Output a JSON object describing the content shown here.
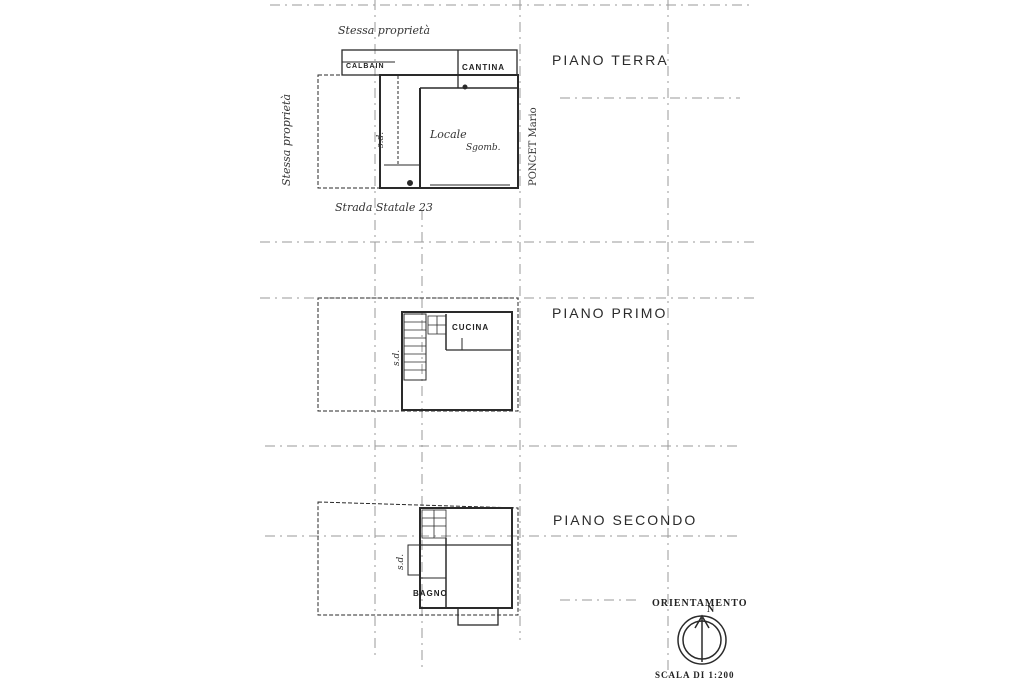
{
  "floors": {
    "ground": {
      "title": "PIANO TERRA",
      "neighbor_top": "Stessa proprietà",
      "neighbor_left": "Stessa proprietà",
      "neighbor_right": "PONCET Mario",
      "street": "Strada Statale 23",
      "rooms": {
        "calbain": "CALBAIN",
        "cantina": "CANTINA",
        "locale": "Locale",
        "locale_sub": "Sgomb.",
        "stair": "s.d."
      }
    },
    "first": {
      "title": "PIANO PRIMO",
      "rooms": {
        "cucina": "CUCINA",
        "stair": "s.d."
      }
    },
    "second": {
      "title": "PIANO SECONDO",
      "rooms": {
        "bagno": "BAGNO",
        "stair": "s.d."
      }
    }
  },
  "orientation": {
    "title": "ORIENTAMENTO",
    "north": "N"
  },
  "scale": "SCALA DI 1:200",
  "colors": {
    "ink": "#2a2a2a",
    "grid": "#9a9a9a",
    "paper": "#ffffff"
  }
}
